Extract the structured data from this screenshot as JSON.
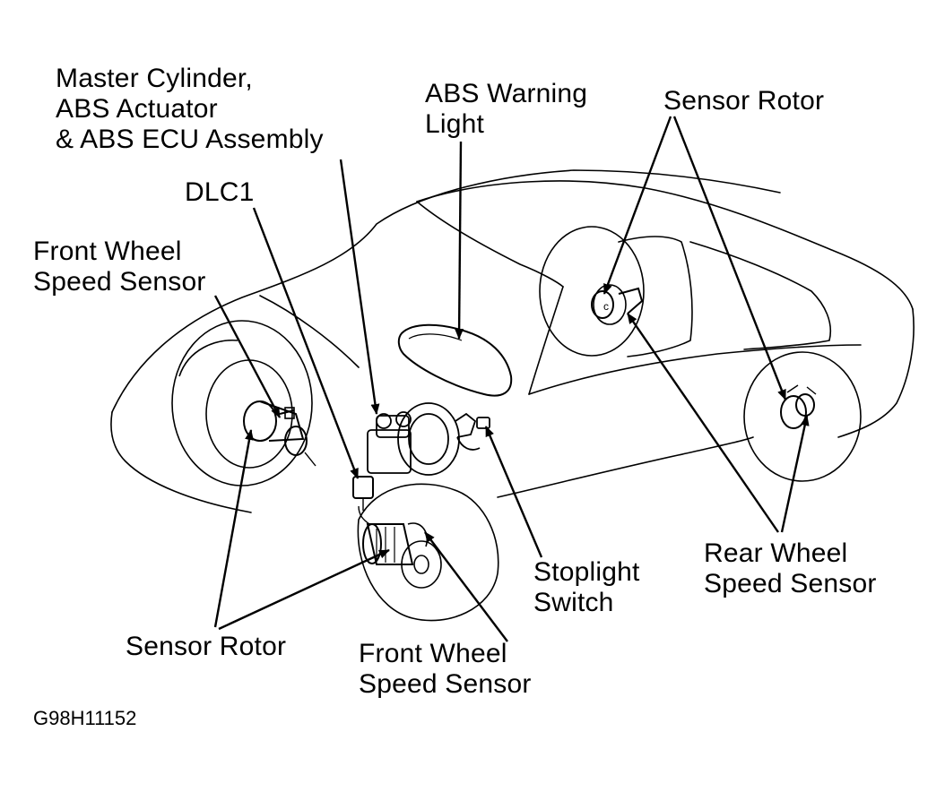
{
  "labels": {
    "master_cylinder": [
      "Master Cylinder,",
      "ABS Actuator",
      "& ABS ECU Assembly"
    ],
    "abs_warning_light": [
      "ABS Warning",
      "Light"
    ],
    "sensor_rotor_top": "Sensor Rotor",
    "dlc1": "DLC1",
    "front_wheel_speed_sensor_left": [
      "Front Wheel",
      "Speed Sensor"
    ],
    "rear_wheel_speed_sensor": [
      "Rear Wheel",
      "Speed Sensor"
    ],
    "stoplight_switch": [
      "Stoplight",
      "Switch"
    ],
    "sensor_rotor_bottom": "Sensor Rotor",
    "front_wheel_speed_sensor_bottom": [
      "Front Wheel",
      "Speed Sensor"
    ]
  },
  "figure_code": "G98H11152",
  "colors": {
    "ink": "#000000",
    "paper": "#ffffff"
  }
}
